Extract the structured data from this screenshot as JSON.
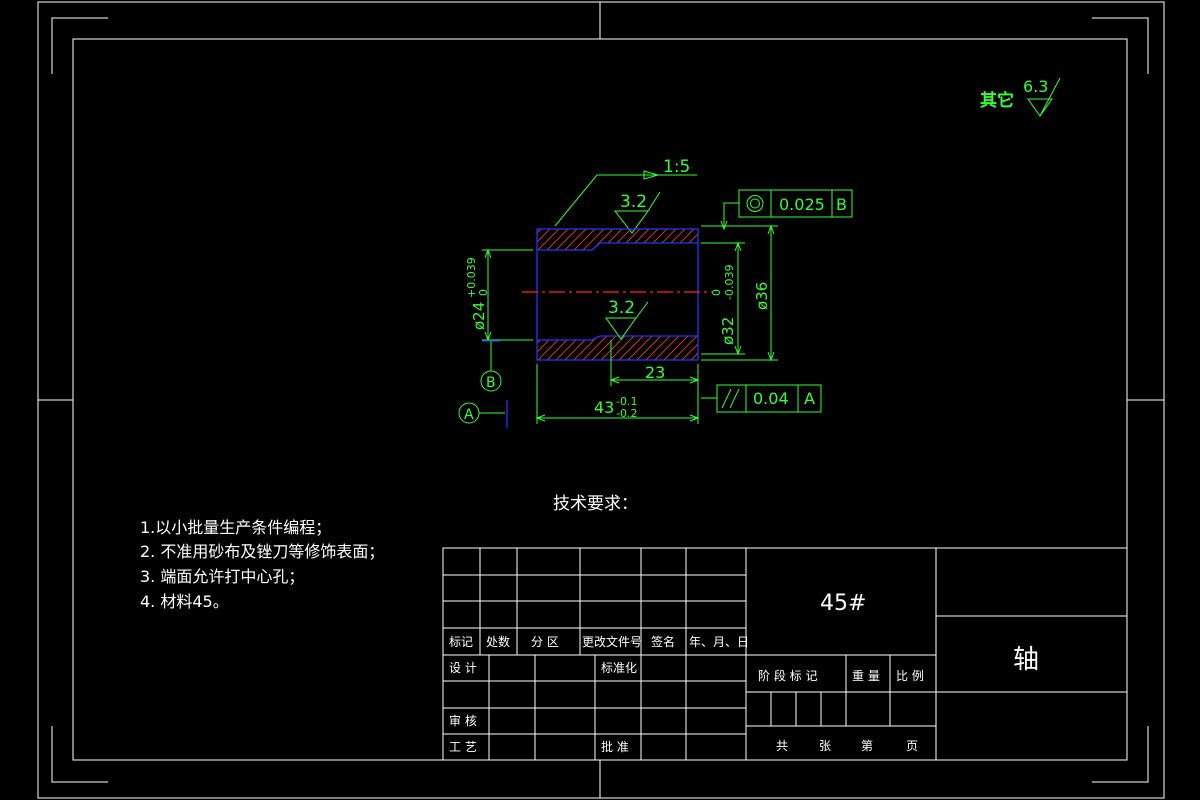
{
  "drawing": {
    "scale_note": "1:5",
    "roughness": {
      "other_label": "其它",
      "other_value": "6.3",
      "top_value": "3.2",
      "bore_value": "3.2"
    },
    "dimensions": {
      "inner_dia_base": "ø24",
      "inner_dia_upper": "+0.039",
      "inner_dia_lower": "0",
      "outer_dia_base": "ø32",
      "outer_dia_upper": "0",
      "outer_dia_lower": "-0.039",
      "flange_dia": "ø36",
      "step_length": "23",
      "total_length_base": "43",
      "total_length_upper": "-0.1",
      "total_length_lower": "-0.2"
    },
    "tolerances": [
      {
        "symbol": "concentricity",
        "value": "0.025",
        "datum": "B"
      },
      {
        "symbol": "parallelism",
        "value": "0.04",
        "datum": "A"
      }
    ],
    "datums": [
      "A",
      "B"
    ]
  },
  "requirements": {
    "title": "技术要求：",
    "items": [
      "1.以小批量生产条件编程；",
      "2. 不准用砂布及锉刀等修饰表面；",
      "3. 端面允许打中心孔；",
      "4. 材料45。"
    ]
  },
  "title_block": {
    "material": "45#",
    "part_name": "轴",
    "header_cols": [
      "标记",
      "处数",
      "分 区",
      "更改文件号",
      "签名",
      "年、月、日"
    ],
    "design": "设 计",
    "standardize": "标准化",
    "review": "审 核",
    "process": "工 艺",
    "approve": "批 准",
    "stage_mark": "阶 段 标 记",
    "weight": "重 量",
    "scale": "比 例",
    "sheets_total": "共",
    "sheets_unit": "张",
    "sheet_no": "第",
    "page_unit": "页"
  },
  "colors": {
    "outline": "#2233ff",
    "dimension": "#33ff33",
    "hatch": "#d03a1a",
    "centerline": "#ff2222",
    "frame": "#ffffff"
  }
}
